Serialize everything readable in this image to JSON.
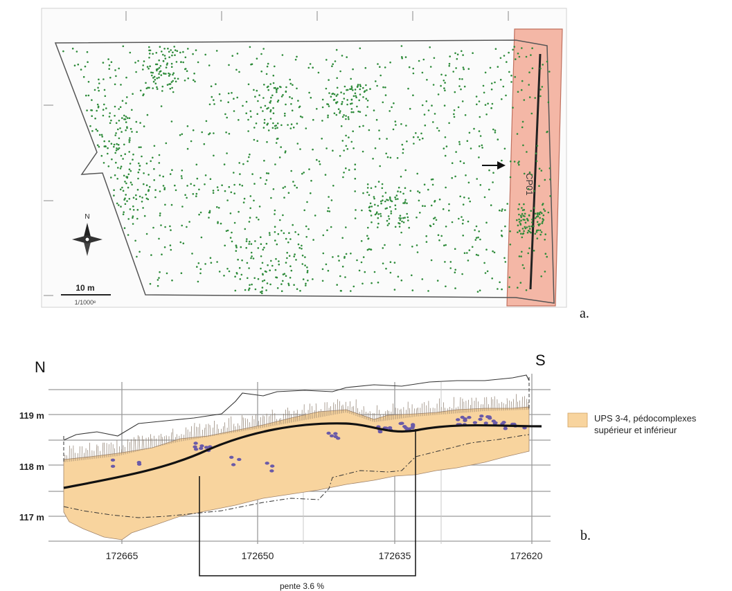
{
  "panel_a": {
    "label": "a.",
    "feature_label": "CP01",
    "north": "N",
    "scale_bar_text": "10 m",
    "scale_ratio": "1/1000ᵉ",
    "colors": {
      "points": "#2e8b3a",
      "highlight": "#f4b7a6",
      "outline": "#555555"
    }
  },
  "panel_b": {
    "label": "b.",
    "north_label": "N",
    "south_label": "S",
    "y_ticks": [
      "119 m",
      "118 m",
      "117 m"
    ],
    "x_ticks": [
      "172665",
      "172650",
      "172635",
      "172620"
    ],
    "slope_label": "pente 3.6 %",
    "legend": {
      "swatch_color": "#f8d49e",
      "text": "UPS 3-4, pédocomplexes supérieur et inférieur"
    },
    "colors": {
      "unit_fill": "#f8d49e",
      "finds": "#6a5aa8",
      "trend_line": "#111111"
    }
  }
}
